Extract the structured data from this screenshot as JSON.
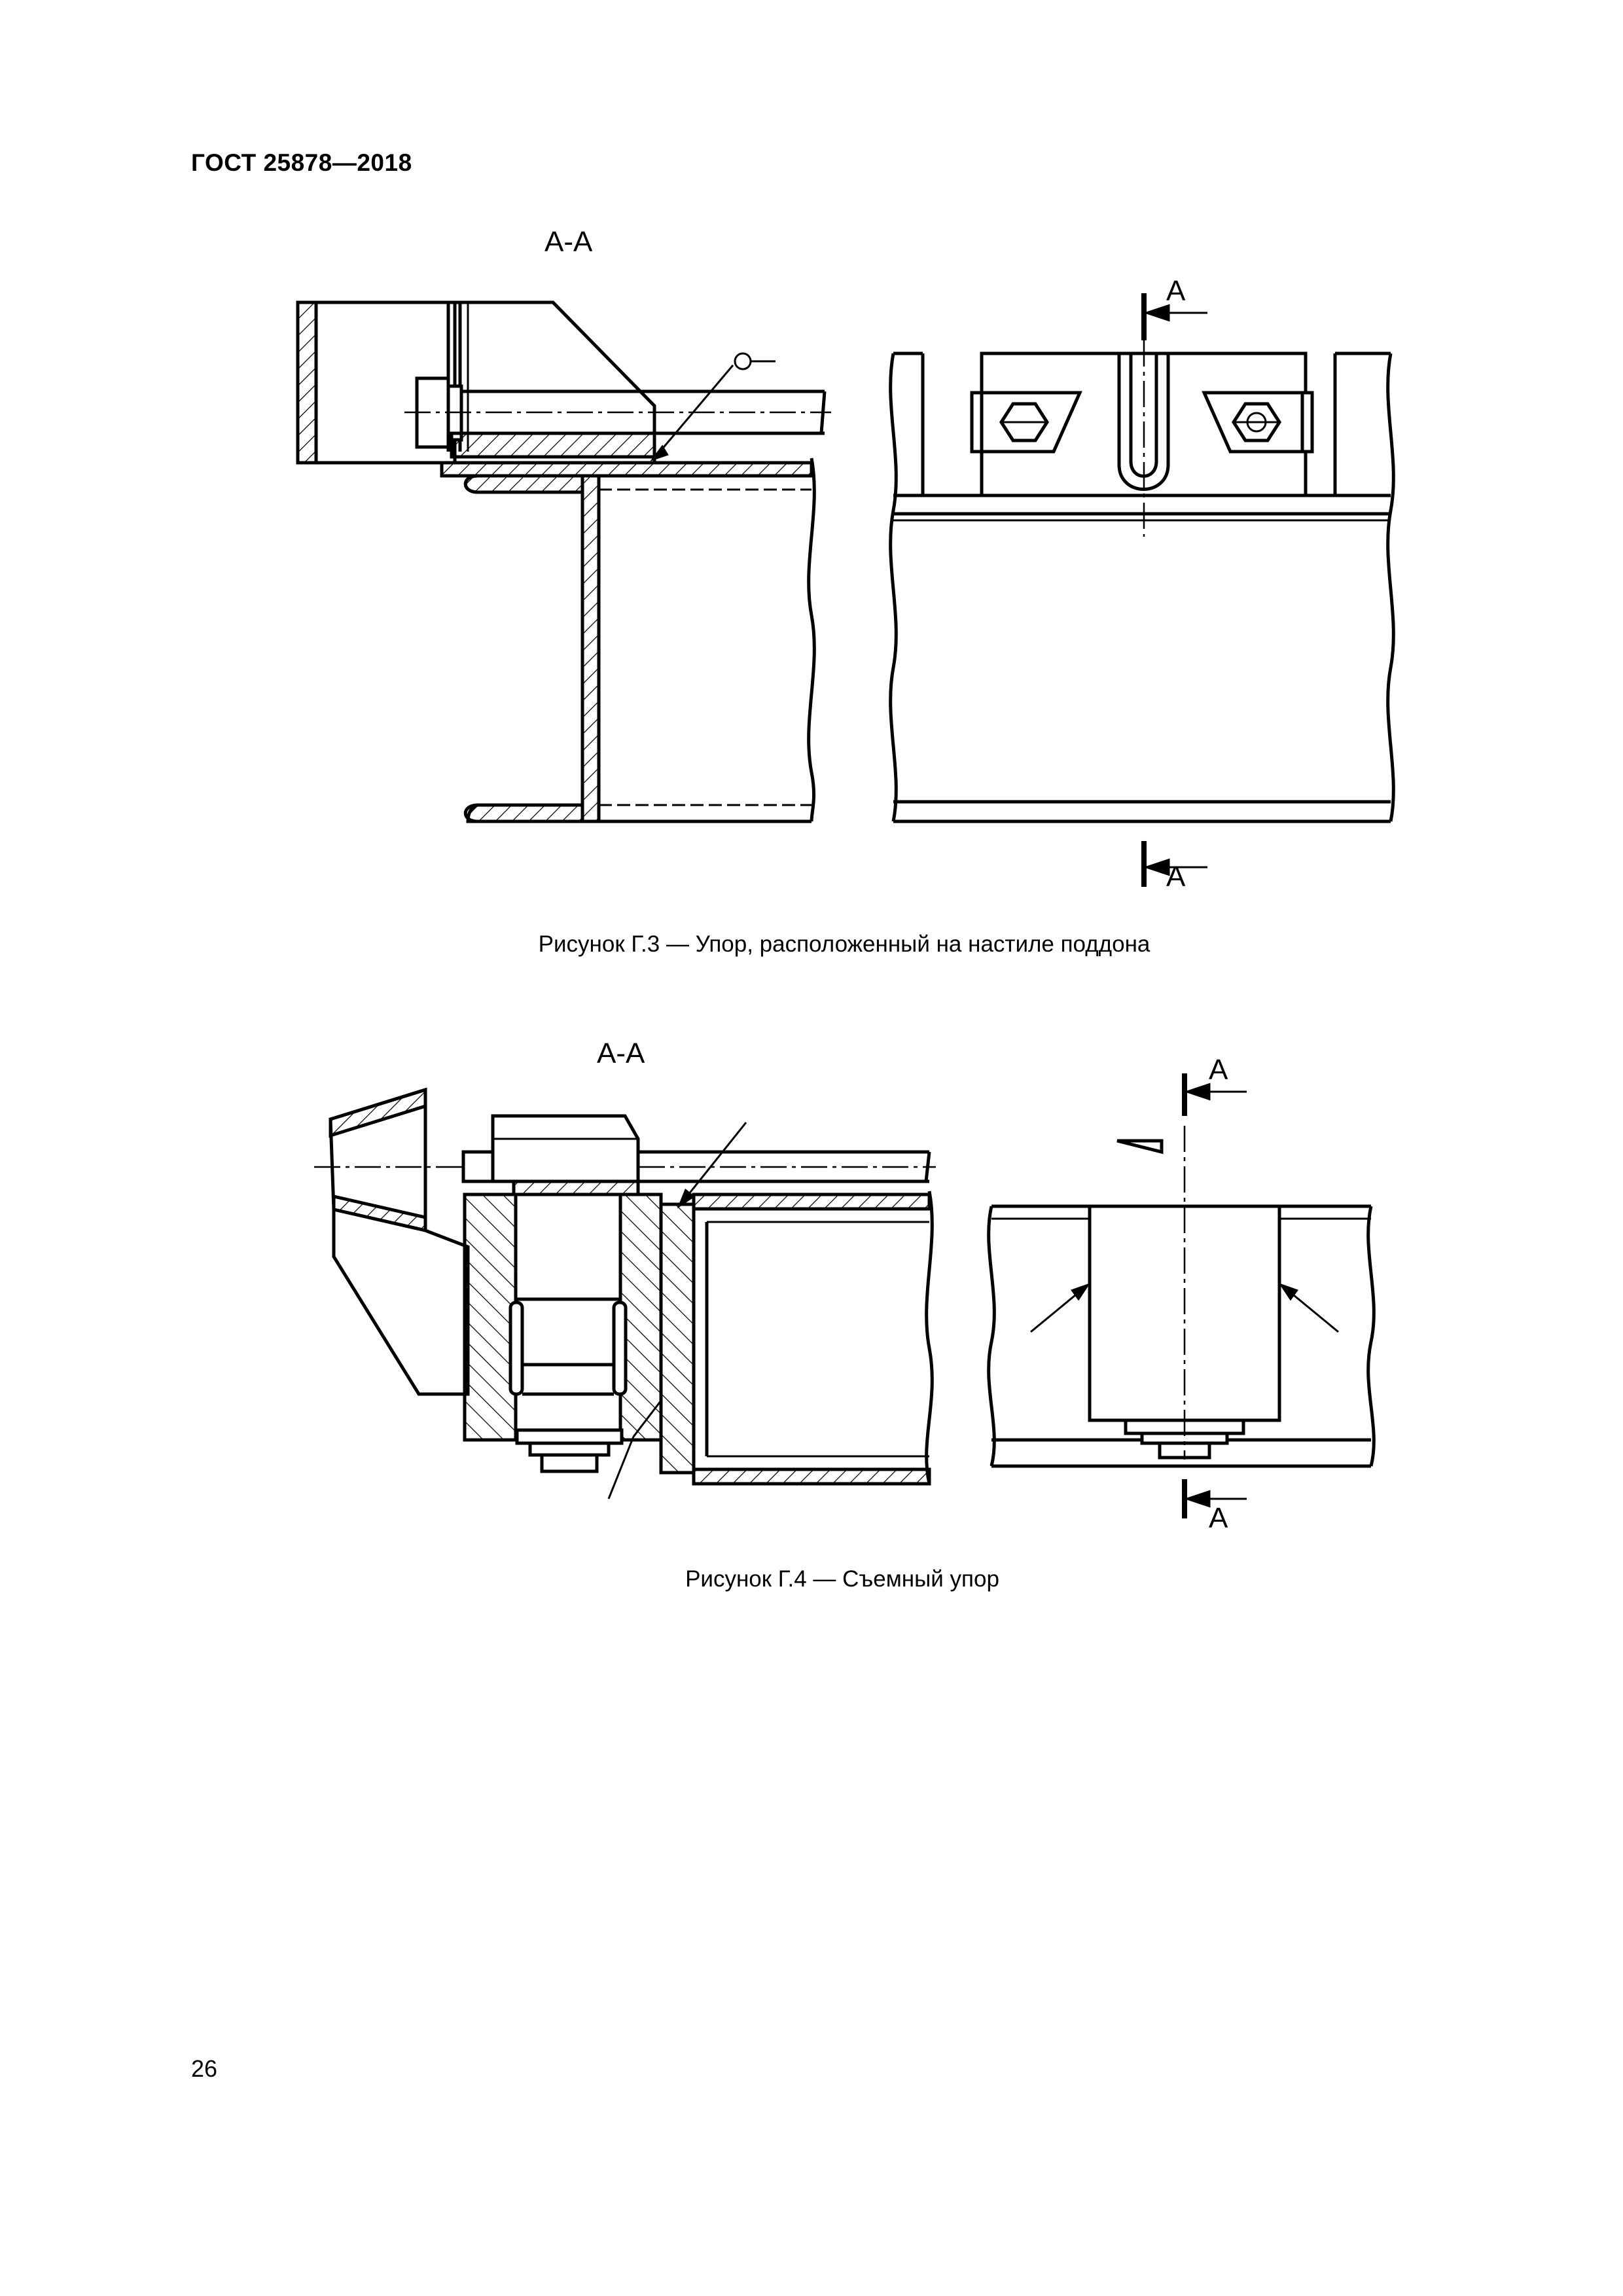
{
  "header": {
    "standard": "ГОСТ 25878—2018"
  },
  "figure_g3": {
    "section_label": "А-А",
    "cut_label_top": "А",
    "cut_label_bottom": "А",
    "caption": "Рисунок Г.3 — Упор, расположенный на настиле поддона"
  },
  "figure_g4": {
    "section_label": "А-А",
    "cut_label_top": "А",
    "cut_label_bottom": "А",
    "caption": "Рисунок Г.4 — Съемный упор"
  },
  "footer": {
    "page_number": "26"
  }
}
